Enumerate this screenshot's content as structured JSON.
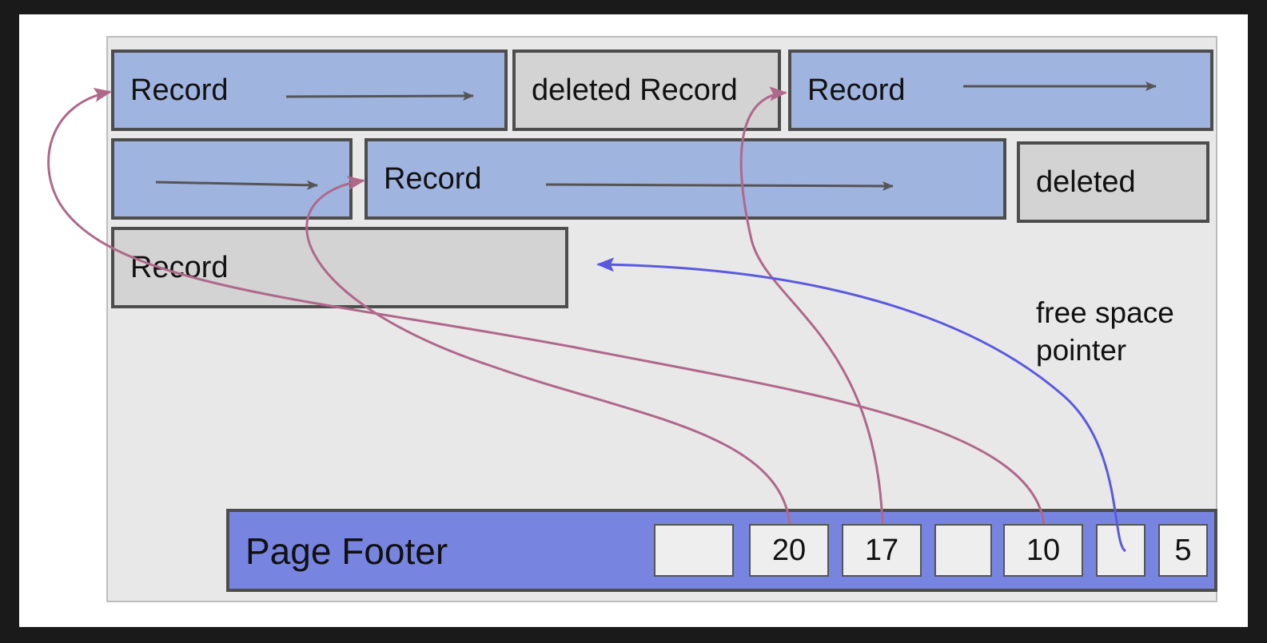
{
  "records": [
    {
      "label": "Record",
      "status": "record"
    },
    {
      "label": "deleted Record",
      "status": "deleted"
    },
    {
      "label": "Record",
      "status": "record"
    },
    {
      "label": "",
      "status": "record"
    },
    {
      "label": "Record",
      "status": "record"
    },
    {
      "label": "deleted",
      "status": "deleted"
    },
    {
      "label": "Record",
      "status": "deleted"
    }
  ],
  "free_space_label": [
    "free space",
    "pointer"
  ],
  "footer": {
    "title": "Page Footer",
    "slots": [
      "",
      "20",
      "17",
      "",
      "10",
      "",
      "5"
    ]
  },
  "colors": {
    "record": "#a0b4e0",
    "deleted": "#d3d3d3",
    "footer": "#7885e0",
    "slot_pointer": "#b0688a",
    "free_space_pointer": "#5a5ae0",
    "border": "#4d4d4d"
  }
}
